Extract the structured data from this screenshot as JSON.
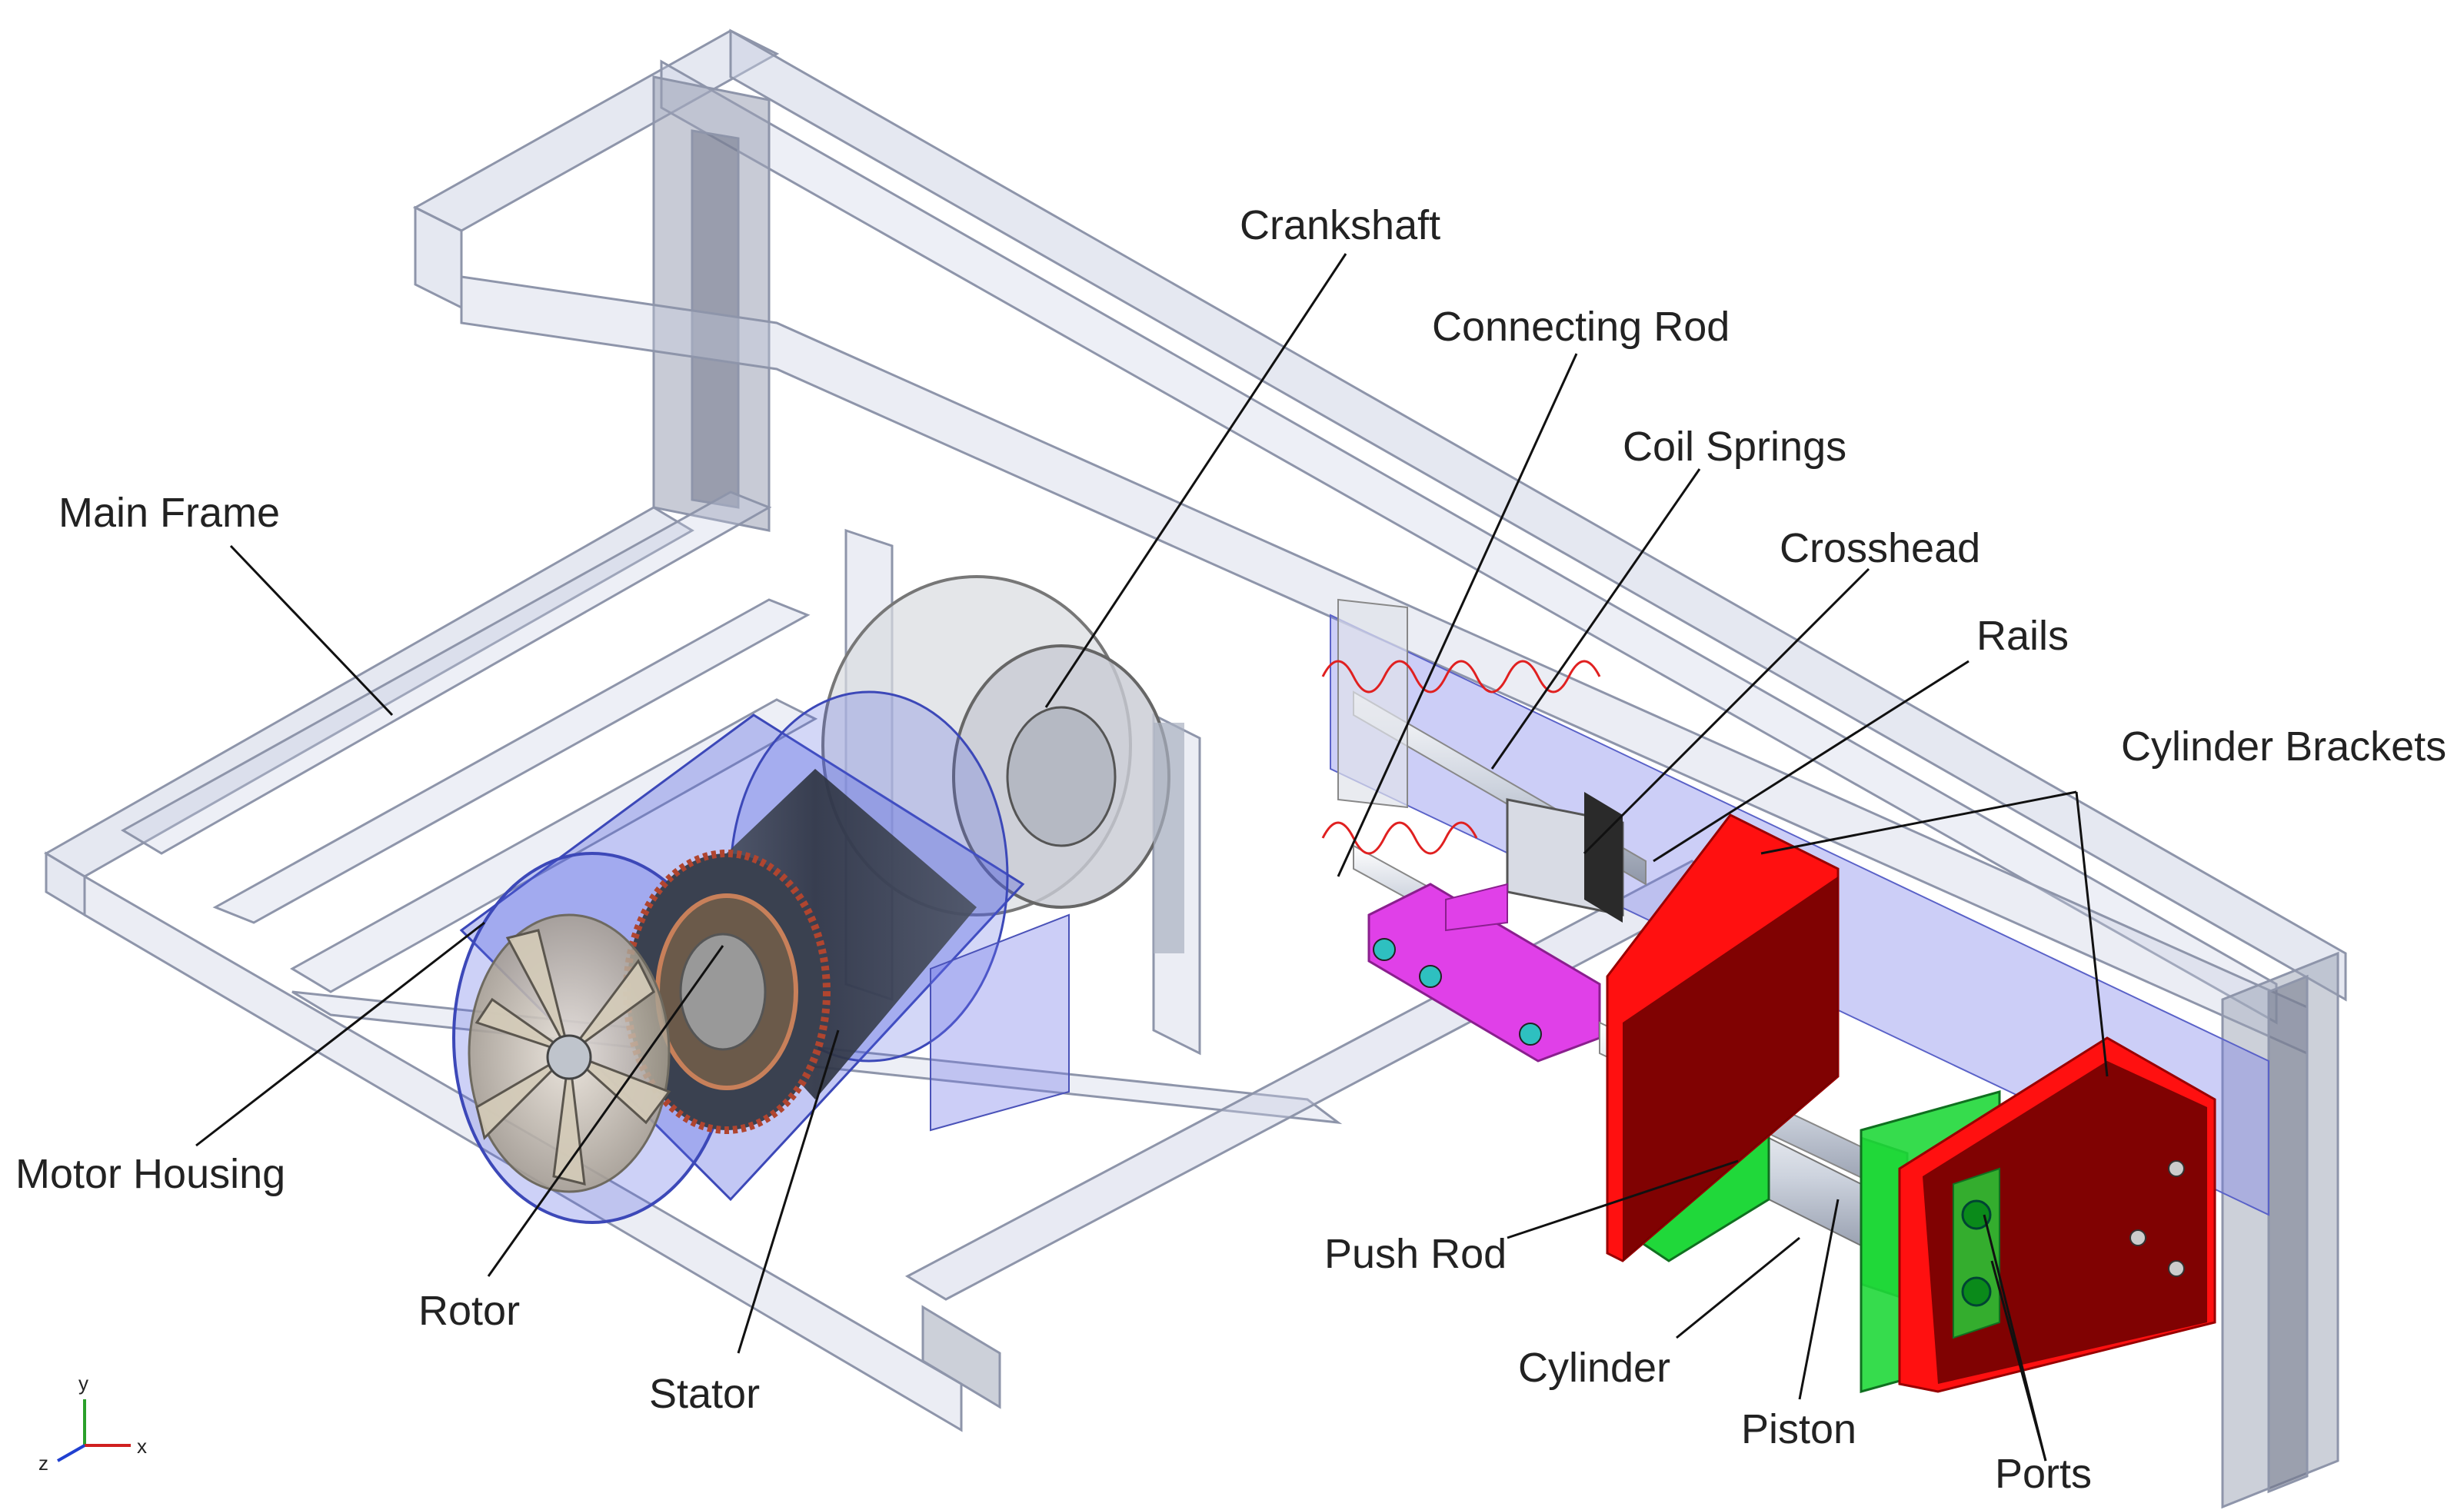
{
  "labels": {
    "crankshaft": "Crankshaft",
    "connecting_rod": "Connecting Rod",
    "coil_springs": "Coil Springs",
    "crosshead": "Crosshead",
    "rails": "Rails",
    "cylinder_brackets": "Cylinder Brackets",
    "main_frame": "Main Frame",
    "motor_housing": "Motor Housing",
    "rotor": "Rotor",
    "stator": "Stator",
    "push_rod": "Push Rod",
    "cylinder": "Cylinder",
    "piston": "Piston",
    "ports": "Ports"
  },
  "axes": {
    "x": "x",
    "y": "y",
    "z": "z"
  },
  "colors": {
    "frame": "#b8bfd6",
    "frame_edge": "#8e95aa",
    "motor_housing": "#4f5fe0",
    "stator": "#3a4150",
    "coil": "#b0452f",
    "crosshead": "#e040e8",
    "bracket": "#ff1010",
    "cylinder_plate": "#20d83a",
    "rod": "#e8ecf2",
    "spring": "#e02020"
  }
}
